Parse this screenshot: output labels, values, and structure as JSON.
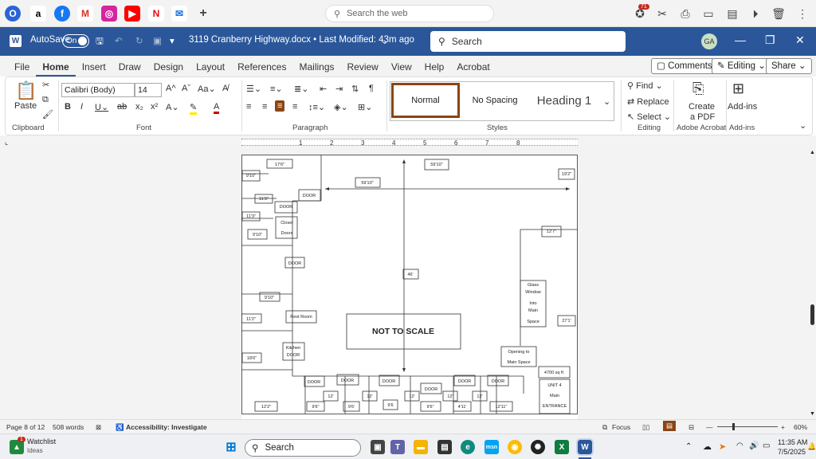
{
  "browser": {
    "search_placeholder": "Search the web",
    "notification_count": "71"
  },
  "word": {
    "autosave_label": "AutoSave",
    "autosave_state": "On",
    "doc_title": "3119 Cranberry Highway.docx • Last Modified: 43m ago",
    "search_placeholder": "Search",
    "user_initials": "GA"
  },
  "tabs": [
    "File",
    "Home",
    "Insert",
    "Draw",
    "Design",
    "Layout",
    "References",
    "Mailings",
    "Review",
    "View",
    "Help",
    "Acrobat"
  ],
  "ribbon_right": {
    "comments": "Comments",
    "editing": "Editing",
    "share": "Share"
  },
  "ribbon": {
    "clipboard": {
      "paste": "Paste",
      "label": "Clipboard"
    },
    "font": {
      "name": "Calibri (Body)",
      "size": "14",
      "label": "Font"
    },
    "paragraph": {
      "label": "Paragraph"
    },
    "styles": {
      "items": [
        "Normal",
        "No Spacing",
        "Heading 1"
      ],
      "label": "Styles"
    },
    "editing": {
      "find": "Find",
      "replace": "Replace",
      "select": "Select",
      "label": "Editing"
    },
    "acrobat": {
      "create": "Create",
      "pdf": "a PDF",
      "label": "Adobe Acrobat"
    },
    "addins": {
      "btn": "Add-ins",
      "label": "Add-ins"
    }
  },
  "ruler": [
    "1",
    "2",
    "3",
    "4",
    "5",
    "6",
    "7",
    "8"
  ],
  "plan": {
    "note": "NOT TO SCALE",
    "labels": {
      "d176": "17'6\"",
      "d5910a": "59'10\"",
      "d5910b": "59'10\"",
      "d192": "19'2\"",
      "d910a": "9'10\"",
      "d113a": "11'3\"",
      "d113b": "11'3\"",
      "d910b": "9'10\"",
      "d910c": "9'10\"",
      "d112": "11'2\"",
      "d186": "18'6\"",
      "d122": "12'2\"",
      "d46": "46'",
      "d127": "12'7\"",
      "d271": "27'1'",
      "door1": "DOOR",
      "door2": "DOOR",
      "door3": "DOOR",
      "closet1": "Closet",
      "closet2": "Doors",
      "rest": "Rest Room",
      "kitchen1": "Kitchen",
      "kitchen2": "DOOR",
      "glass1": "Glass",
      "glass2": "Window",
      "glass3": "Into",
      "glass4": "Main",
      "glass5": "Space",
      "open1": "Opening to",
      "open2": "Main Space",
      "sqft": "4700 sq ft",
      "unit1": "UNIT 4",
      "unit2": "Main",
      "unit3": "ENTRANCE",
      "bd1": "DOOR",
      "bd2": "DOOR",
      "bd3": "DOOR",
      "bd4": "DOOR",
      "bd5": "DOOR",
      "bd6": "DOOR",
      "b12a": "12'",
      "b12b": "12'",
      "b12c": "12'",
      "b12d": "12'",
      "b12e": "12'",
      "b96a": "9'6\"",
      "b96b": "9'6'",
      "b96c": "9'6",
      "b96d": "9'6\"",
      "b411": "4'11'",
      "b1211": "12'11\""
    }
  },
  "status": {
    "page": "Page 8 of 12",
    "words": "508 words",
    "accessibility": "Accessibility: Investigate",
    "focus": "Focus",
    "zoom": "60%"
  },
  "taskbar": {
    "watchlist": "Watchlist",
    "ideas": "Ideas",
    "search": "Search",
    "time": "11:35 AM",
    "date": "7/5/2025",
    "badge": "1"
  }
}
